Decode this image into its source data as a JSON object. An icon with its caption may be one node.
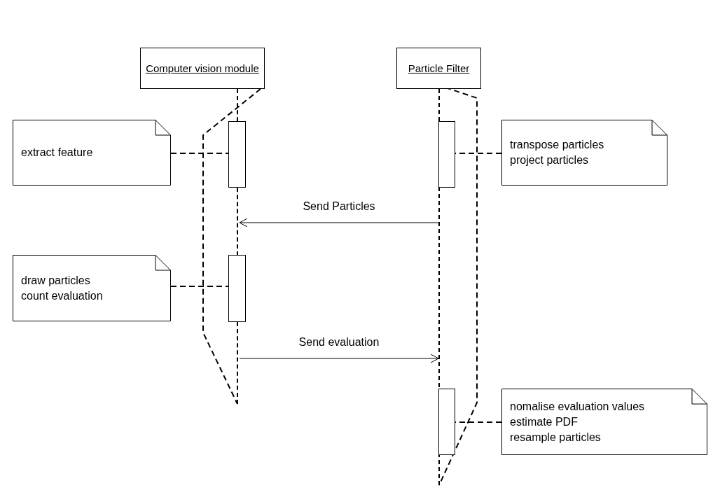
{
  "diagram": {
    "nodes": [
      {
        "text": [
          "Computer vision module"
        ]
      },
      {
        "text": [
          "Particle Filter"
        ]
      },
      {
        "text": [],
        "shape": "bar"
      },
      {
        "text": [],
        "shape": "bar"
      },
      {
        "text": [
          "extract feature"
        ]
      },
      {
        "text": [],
        "shape": "box"
      },
      {
        "text": [],
        "shape": "box"
      },
      {
        "text": [
          "transpose particles",
          "project particles"
        ]
      },
      {
        "text": [
          "draw particles",
          "count evaluation"
        ]
      },
      {
        "text": [],
        "shape": "box"
      },
      {
        "text": [],
        "shape": "box"
      },
      {
        "text": [
          "nomalise evaluation values",
          "estimate PDF",
          "resample particles"
        ]
      }
    ],
    "edges": [
      {
        "from": 4,
        "to": 5,
        "arrow": "none",
        "style": "dashed"
      },
      {
        "from": 7,
        "to": 6,
        "arrow": "none",
        "style": "dashed"
      },
      {
        "from": 3,
        "to": 2,
        "arrow": "to",
        "label": "Send Particles"
      },
      {
        "from": 8,
        "to": 9,
        "arrow": "none",
        "style": "dashed"
      },
      {
        "from": 2,
        "to": 3,
        "arrow": "to",
        "label": "Send evaluation"
      },
      {
        "from": 11,
        "to": 10,
        "arrow": "none",
        "style": "dashed"
      }
    ]
  }
}
